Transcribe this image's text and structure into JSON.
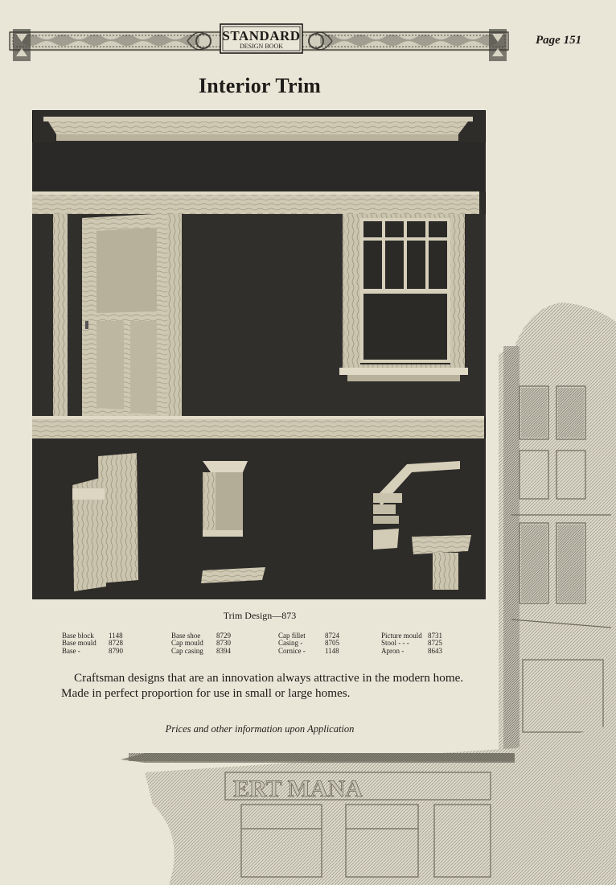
{
  "header": {
    "logo_line1": "STANDARD",
    "logo_line2": "DESIGN BOOK",
    "page_number": "Page 151"
  },
  "title": "Interior Trim",
  "caption": "Trim Design—873",
  "parts": {
    "col1": [
      {
        "name": "Base block",
        "number": "1148"
      },
      {
        "name": "Base mould",
        "number": "8728"
      },
      {
        "name": "Base   -",
        "number": "8790"
      }
    ],
    "col2": [
      {
        "name": "Base shoe",
        "number": "8729"
      },
      {
        "name": "Cap mould",
        "number": "8730"
      },
      {
        "name": "Cap casing",
        "number": "8394"
      }
    ],
    "col3": [
      {
        "name": "Cap fillet",
        "number": "8724"
      },
      {
        "name": "Casing  -",
        "number": "8705"
      },
      {
        "name": "Cornice -",
        "number": "1148"
      }
    ],
    "col4": [
      {
        "name": "Picture mould",
        "number": "8731"
      },
      {
        "name": "Stool  -  -  -",
        "number": "8725"
      },
      {
        "name": "Apron     -",
        "number": "8643"
      }
    ]
  },
  "description": "Craftsman designs that are an innovation always attractive in the modern home.  Made in perfect proportion for use in small or large homes.",
  "pricing_note": "Prices and other information upon Application",
  "engraving_lettering": "ERT     MANA"
}
